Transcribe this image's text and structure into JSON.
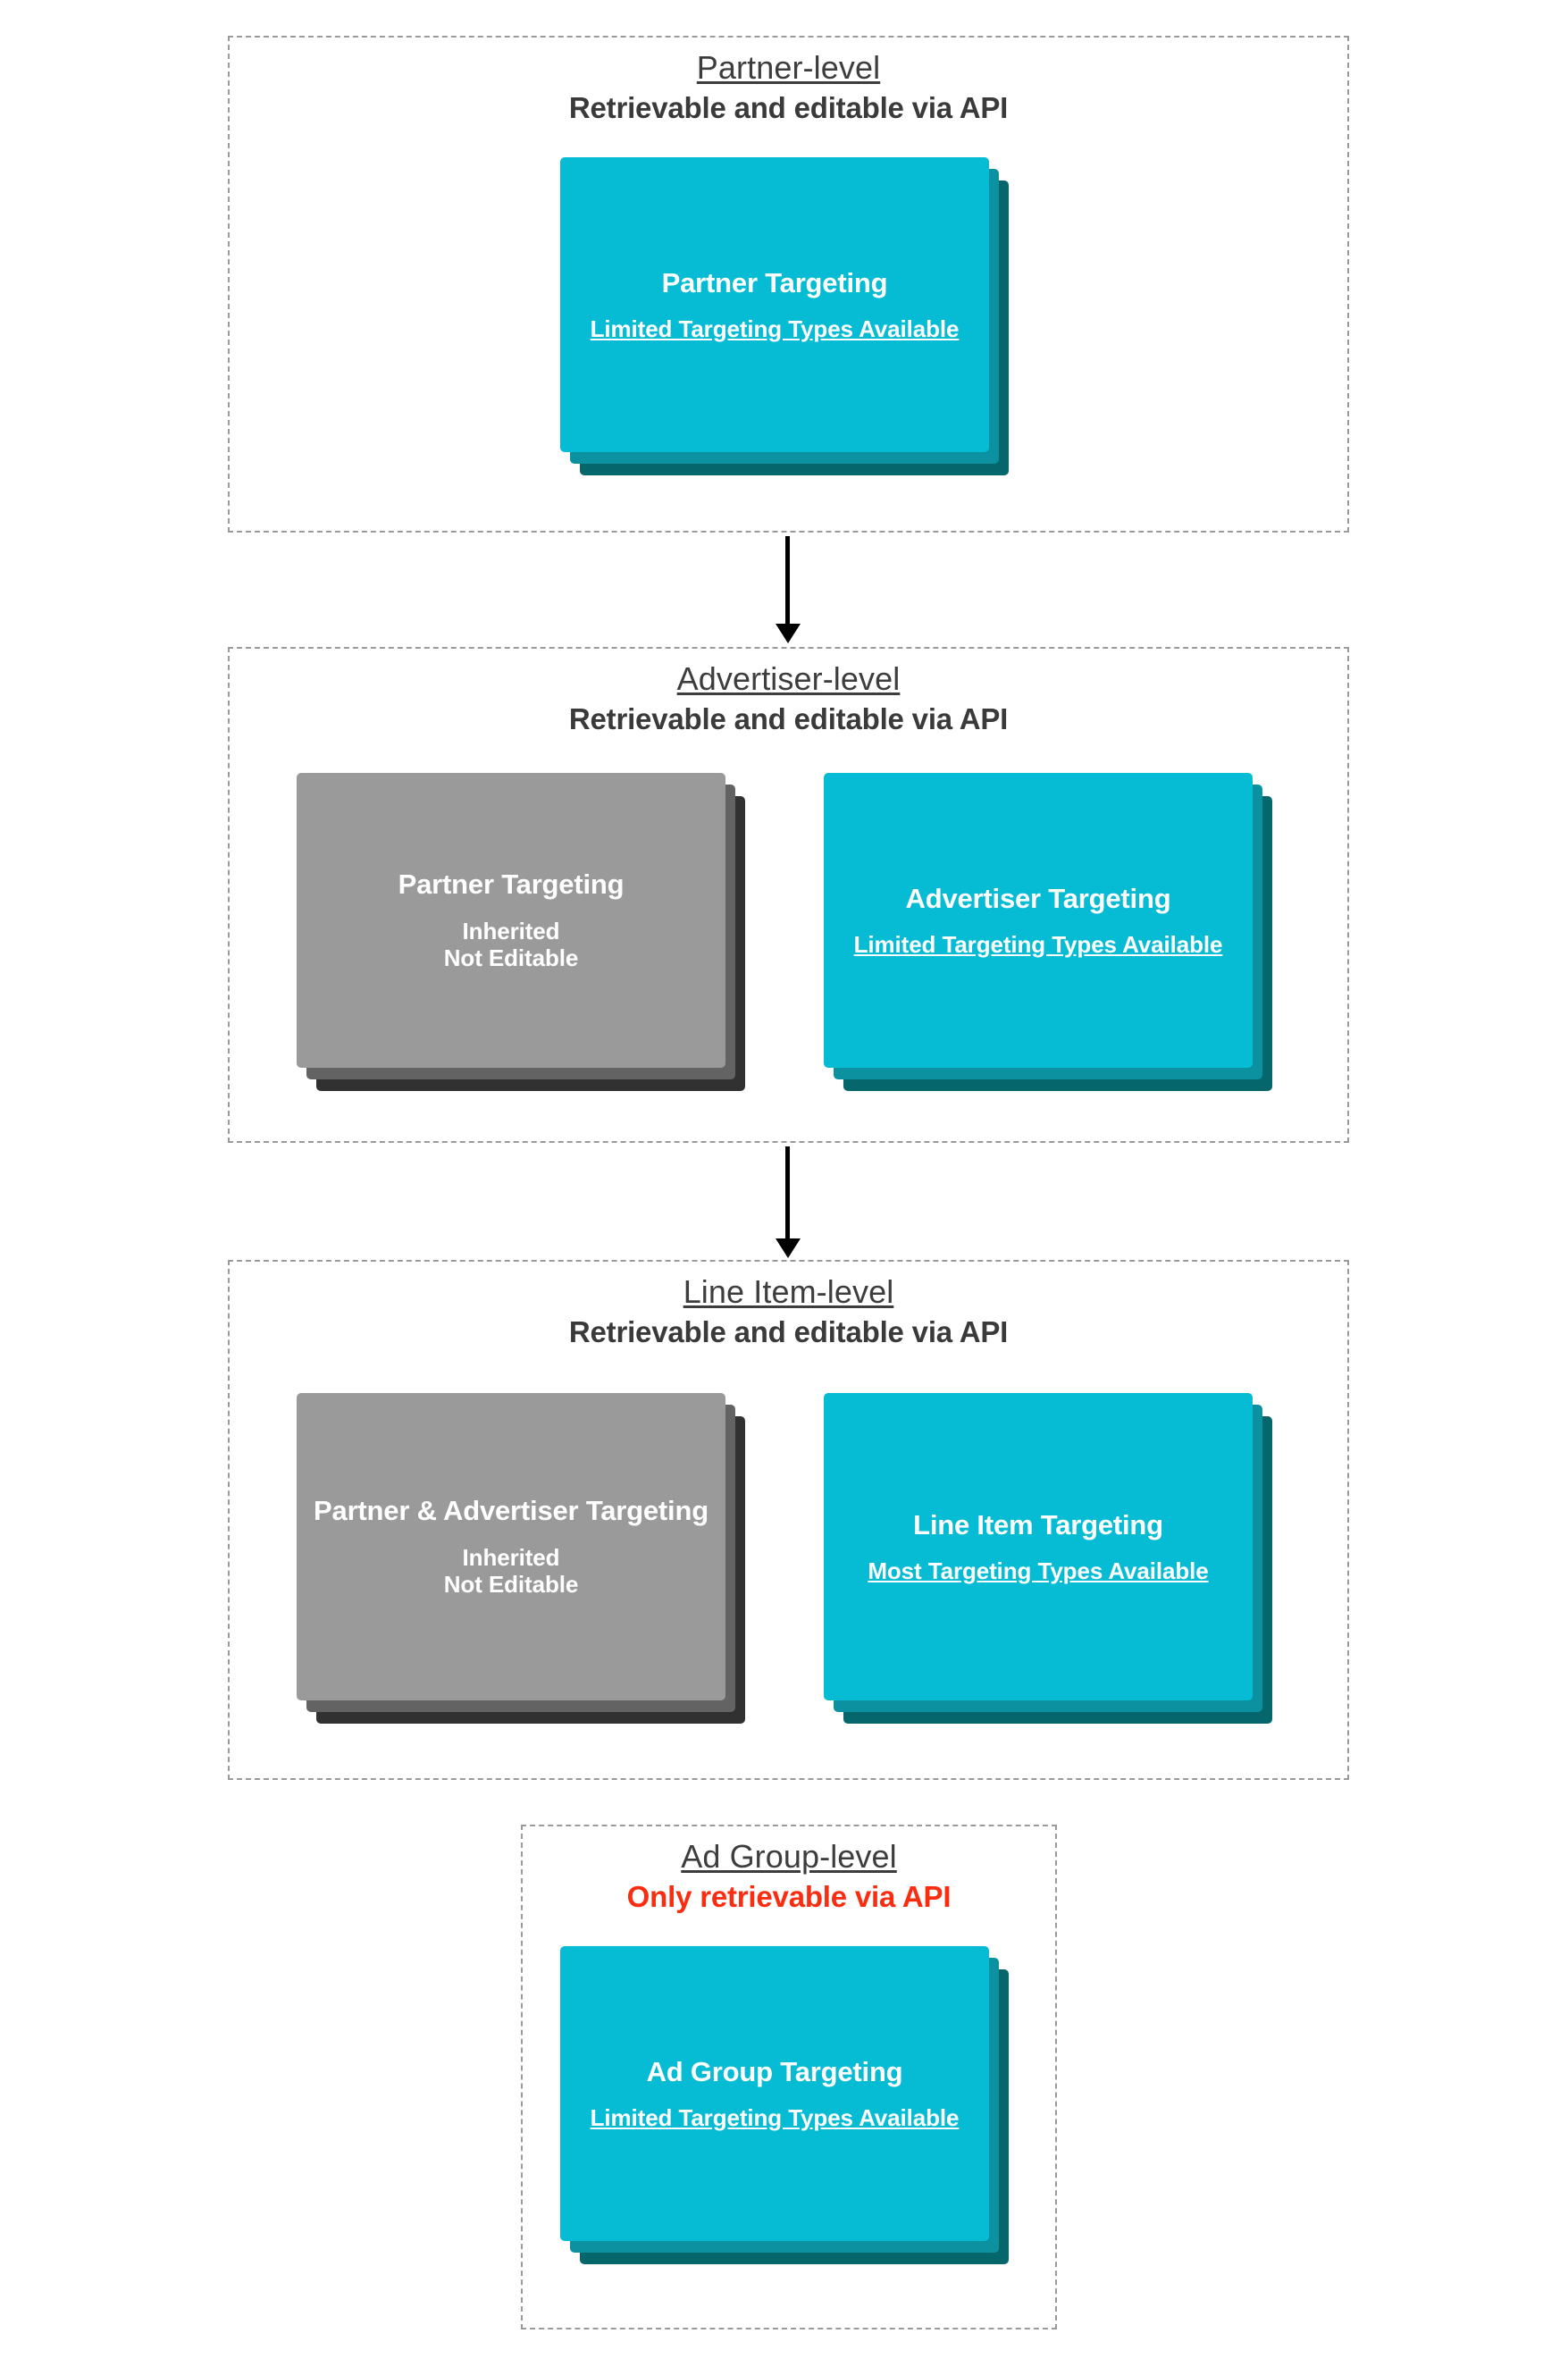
{
  "diagram": {
    "title_semantic": "targeting-inheritance-hierarchy",
    "colors": {
      "card_front": "#06bcd4",
      "card_mid": "#0b91a0",
      "card_back": "#05666b",
      "inherited_front": "#9a9a9a",
      "inherited_mid": "#636363",
      "inherited_back": "#313131",
      "danger_text": "#fb2d11",
      "box_border": "#9a9a9a",
      "title_text": "#3d3d3d"
    }
  },
  "levels": [
    {
      "key": "partner",
      "title": "Partner-level",
      "subtitle": "Retrievable and editable via API",
      "subtitle_danger": false,
      "cards": [
        {
          "key": "partner-targeting",
          "title": "Partner Targeting",
          "sub": "Limited Targeting Types Available",
          "sub_underlined": true,
          "style": "cyan"
        }
      ]
    },
    {
      "key": "advertiser",
      "title": "Advertiser-level",
      "subtitle": "Retrievable and editable via API",
      "subtitle_danger": false,
      "cards": [
        {
          "key": "partner-targeting-inherited",
          "title": "Partner Targeting",
          "sub": "Inherited\nNot Editable",
          "sub_underlined": false,
          "style": "grey"
        },
        {
          "key": "advertiser-targeting",
          "title": "Advertiser Targeting",
          "sub": "Limited Targeting Types Available",
          "sub_underlined": true,
          "style": "cyan"
        }
      ]
    },
    {
      "key": "line-item",
      "title": "Line Item-level",
      "subtitle": "Retrievable and editable via API",
      "subtitle_danger": false,
      "cards": [
        {
          "key": "partner-advertiser-targeting-inherited",
          "title": "Partner & Advertiser Targeting",
          "sub": "Inherited\nNot Editable",
          "sub_underlined": false,
          "style": "grey"
        },
        {
          "key": "line-item-targeting",
          "title": "Line Item Targeting",
          "sub": "Most Targeting Types Available",
          "sub_underlined": true,
          "style": "cyan"
        }
      ]
    },
    {
      "key": "ad-group",
      "title": "Ad Group-level",
      "subtitle": "Only retrievable via API",
      "subtitle_danger": true,
      "cards": [
        {
          "key": "ad-group-targeting",
          "title": "Ad Group Targeting",
          "sub": "Limited Targeting Types Available",
          "sub_underlined": true,
          "style": "cyan"
        }
      ]
    }
  ],
  "connectors": [
    {
      "key": "partner-to-advertiser",
      "icon": "down-arrow-icon"
    },
    {
      "key": "advertiser-to-line-item",
      "icon": "down-arrow-icon"
    }
  ]
}
